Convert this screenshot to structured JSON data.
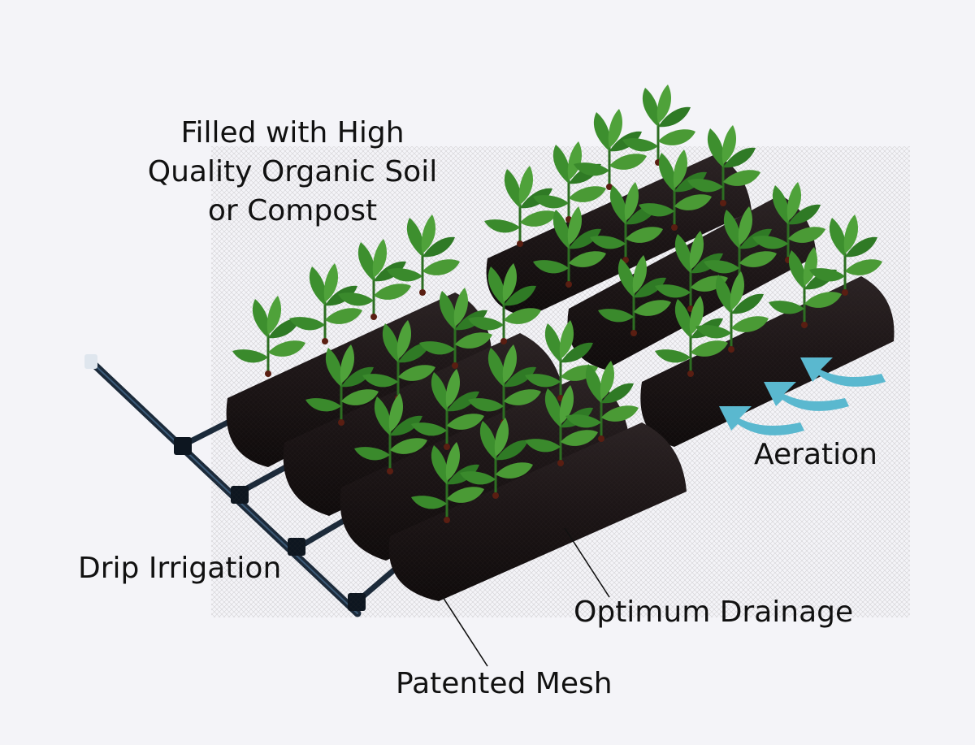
{
  "labels": {
    "soil": [
      "Filled with High",
      "Quality Organic Soil",
      "or Compost"
    ],
    "aeration": "Aeration",
    "drip_irrigation": "Drip Irrigation",
    "optimum_drainage": "Optimum Drainage",
    "patented_mesh": "Patented Mesh"
  },
  "colors": {
    "background": "#f4f4f8",
    "sock": "#1d1617",
    "pipe": "#1b2a3a",
    "leaf": "#3a8a2c",
    "arrow": "#5ab8cf"
  }
}
